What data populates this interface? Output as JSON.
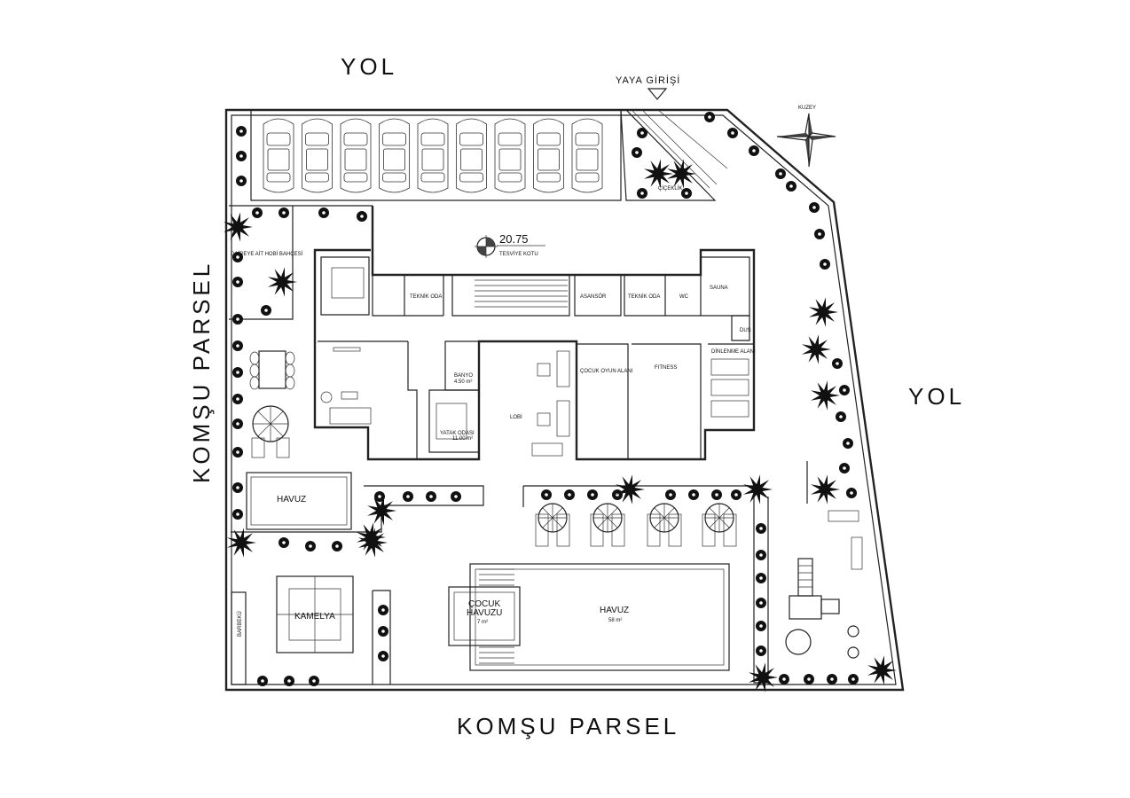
{
  "roads": {
    "top": "YOL",
    "right": "YOL"
  },
  "neighbors": {
    "left": "KOMŞU PARSEL",
    "bottom": "KOMŞU PARSEL"
  },
  "entrance": "YAYA GİRİŞİ",
  "north": "KUZEY",
  "level": {
    "value": "20.75",
    "caption": "TESVİYE KOTU"
  },
  "rooms": {
    "private_garden": "DAİREYE AİT HOBİ BAHÇESİ",
    "tech_room_1": "TEKNİK ODA",
    "tech_room_2": "TEKNİK ODA",
    "elevator": "ASANSÖR",
    "wc": "WC",
    "sauna": "SAUNA",
    "shower": "DUŞ",
    "bath": "BANYO",
    "bath_area": "4.50 m²",
    "bedroom": "YATAK ODASI",
    "bedroom_area": "11.00 m²",
    "lobby": "LOBİ",
    "kids_play": "ÇOCUK OYUN ALANI",
    "fitness": "FITNESS",
    "rest_area": "DİNLENME ALANI",
    "planter": "ÇİÇEKLİK"
  },
  "outdoor": {
    "pool_small": "HAVUZ",
    "bbq": "BARBEKÜ",
    "kamelya": "KAMELYA",
    "kids_pool": "ÇOCUK",
    "kids_pool_2": "HAVUZU",
    "kids_pool_area": "7 m²",
    "main_pool": "HAVUZ",
    "main_pool_area": "58 m²"
  },
  "colors": {
    "line": "#222222",
    "plant": "#111111",
    "background": "#ffffff"
  }
}
